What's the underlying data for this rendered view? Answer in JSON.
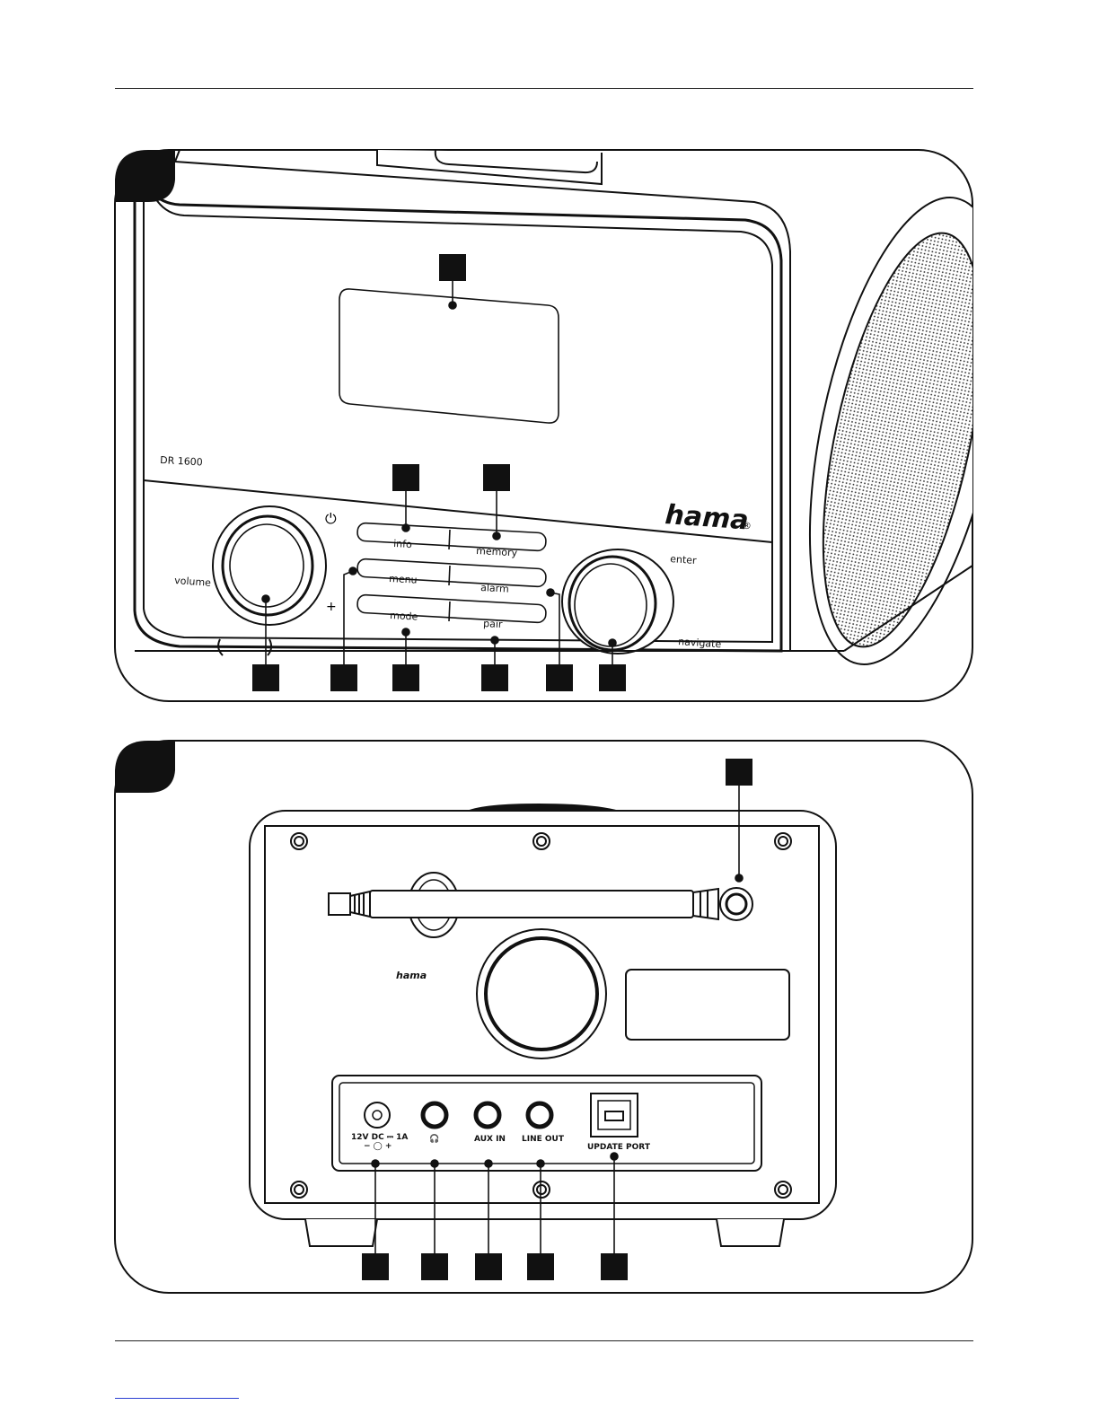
{
  "front": {
    "model": "DR 1600",
    "brand": "hama",
    "brand_mark": "®",
    "power_symbol": "⏻",
    "labels": {
      "volume": "volume",
      "plus": "+",
      "enter": "enter",
      "navigate": "navigate"
    },
    "buttons": {
      "info": "info",
      "memory": "memory",
      "menu": "menu",
      "alarm": "alarm",
      "mode": "mode",
      "pair": "pair"
    }
  },
  "back": {
    "brand": "hama",
    "brand_mark": ".",
    "ports": {
      "dc_line1": "12V  DC ⎓ 1A",
      "dc_line2": "− ◯ +",
      "headphone_symbol": "🎧",
      "aux_in": "AUX IN",
      "line_out": "LINE  OUT",
      "update_port": "UPDATE  PORT"
    }
  },
  "colors": {
    "ink": "#111111",
    "callout": "#000000",
    "link": "#2a3fd1"
  }
}
